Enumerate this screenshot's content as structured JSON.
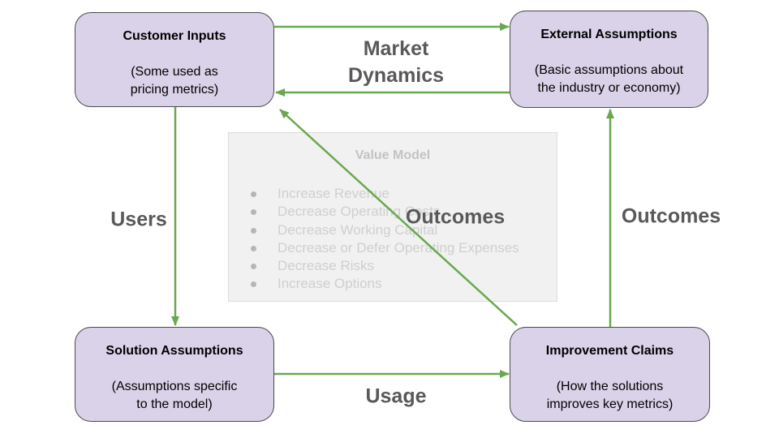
{
  "diagram": {
    "boxes": {
      "customer_inputs": {
        "title": "Customer Inputs",
        "body": "(Some used as\npricing metrics)"
      },
      "external_assumptions": {
        "title": "External Assumptions",
        "body": "(Basic assumptions about\nthe industry or economy)"
      },
      "solution_assumptions": {
        "title": "Solution Assumptions",
        "body": "(Assumptions specific\nto the model)"
      },
      "improvement_claims": {
        "title": "Improvement Claims",
        "body": "(How the solutions\nimproves key metrics)"
      }
    },
    "labels": {
      "market_dynamics": "Market Dynamics",
      "users": "Users",
      "outcomes_center": "Outcomes",
      "outcomes_right": "Outcomes",
      "usage": "Usage"
    },
    "value_model": {
      "title": "Value Model",
      "items": [
        "Increase Revenue",
        "Decrease Operating Costs",
        "Decrease Working Capital",
        "Decrease or Defer Operating Expenses",
        "Decrease Risks",
        "Increase Options"
      ]
    },
    "colors": {
      "box_fill": "#d9d2e9",
      "box_border": "#4b4b4d",
      "arrow_green": "#6aa84f",
      "label_gray": "#595959",
      "value_model_bg": "#f1f1f1",
      "value_model_border": "#dddddd",
      "value_model_text": "#cfcfcf"
    }
  }
}
